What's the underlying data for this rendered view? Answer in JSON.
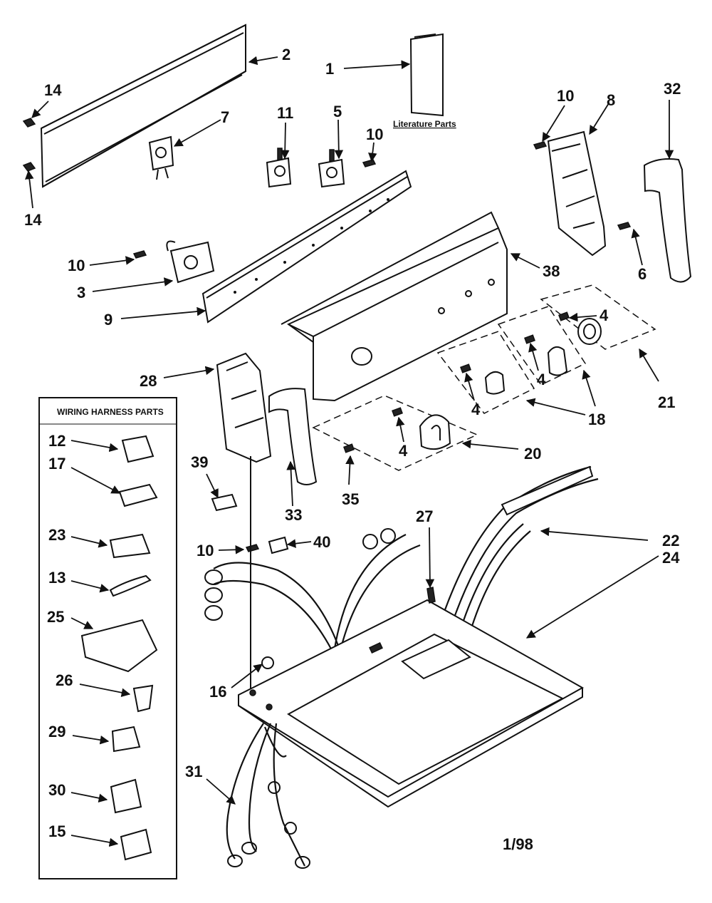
{
  "diagram": {
    "literature_label": "Literature Parts",
    "harness_title": "WIRING HARNESS PARTS",
    "date_code": "1/98",
    "callouts": {
      "c1": "1",
      "c2": "2",
      "c3": "3",
      "c5": "5",
      "c6": "6",
      "c7": "7",
      "c8": "8",
      "c9": "9",
      "c10a": "10",
      "c10b": "10",
      "c10c": "10",
      "c10d": "10",
      "c11": "11",
      "c14a": "14",
      "c14b": "14",
      "c16": "16",
      "c18": "18",
      "c20": "20",
      "c21": "21",
      "c22": "22",
      "c24": "24",
      "c27": "27",
      "c28": "28",
      "c31": "31",
      "c32": "32",
      "c33": "33",
      "c35": "35",
      "c38": "38",
      "c39": "39",
      "c40": "40",
      "c4a": "4",
      "c4b": "4",
      "c4c": "4",
      "c4d": "4"
    },
    "harness_items": {
      "h12": "12",
      "h17": "17",
      "h23": "23",
      "h13": "13",
      "h25": "25",
      "h26": "26",
      "h29": "29",
      "h30": "30",
      "h15": "15"
    }
  }
}
